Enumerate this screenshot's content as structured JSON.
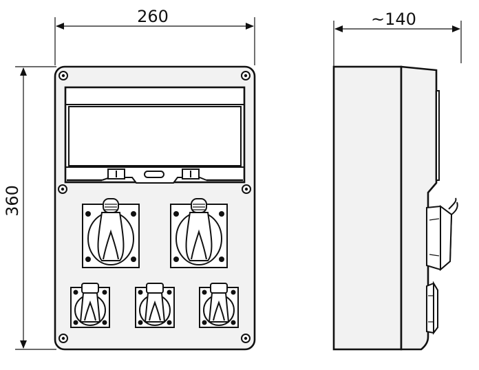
{
  "dimensions": {
    "width_label": "260",
    "height_label": "360",
    "depth_label": "~140"
  },
  "front_view": {
    "large_sockets": 2,
    "small_sockets": 3
  }
}
